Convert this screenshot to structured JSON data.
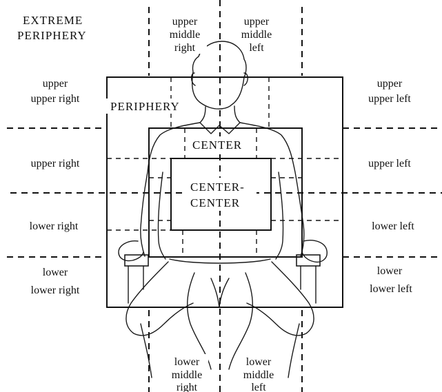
{
  "zones": {
    "extreme_periphery": [
      "EXTREME",
      "PERIPHERY"
    ],
    "periphery": "PERIPHERY",
    "center": "CENTER",
    "center_center": [
      "CENTER-",
      "CENTER"
    ],
    "upper_middle_right": [
      "upper",
      "middle",
      "right"
    ],
    "upper_middle_left": [
      "upper",
      "middle",
      "left"
    ],
    "upper_upper_right": [
      "upper",
      "upper right"
    ],
    "upper_upper_left": [
      "upper",
      "upper left"
    ],
    "upper_right": "upper right",
    "upper_left": "upper left",
    "lower_right": "lower right",
    "lower_left": "lower left",
    "lower_lower_right": [
      "lower",
      "lower right"
    ],
    "lower_lower_left": [
      "lower",
      "lower left"
    ],
    "lower_middle_right": [
      "lower",
      "middle",
      "right"
    ],
    "lower_middle_left": [
      "lower",
      "middle",
      "left"
    ]
  }
}
